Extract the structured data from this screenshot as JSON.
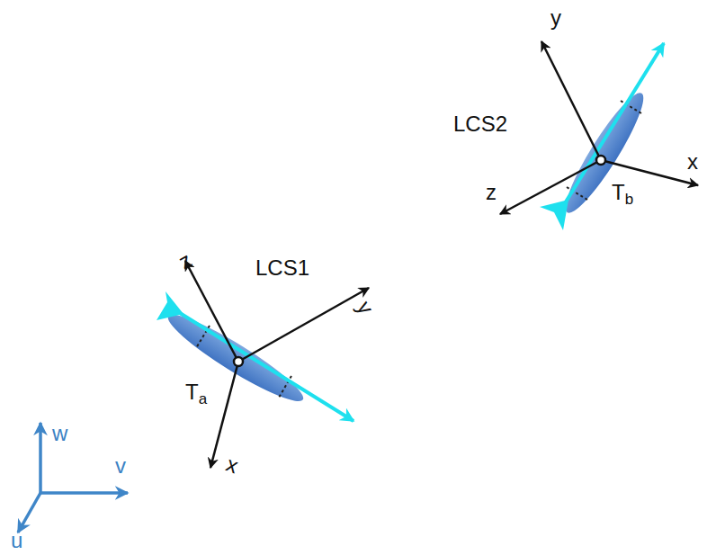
{
  "diagram": {
    "labels": [
      "w",
      "v",
      "u",
      "LCS1",
      "z",
      "y",
      "x",
      "Ta",
      "LCS2",
      "y",
      "x",
      "z",
      "Tb"
    ]
  }
}
